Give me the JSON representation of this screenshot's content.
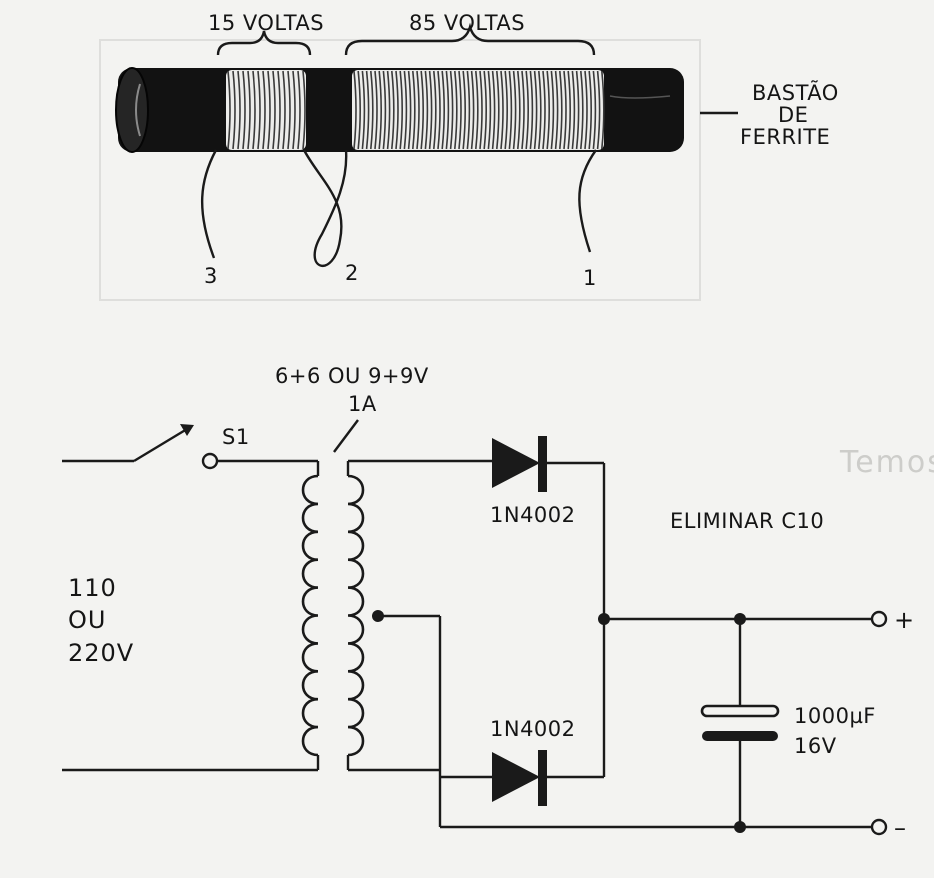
{
  "coil_figure": {
    "left_winding_label": "15 VOLTAS",
    "right_winding_label": "85 VOLTAS",
    "rod_label_line1": "BASTÃO",
    "rod_label_line2": "DE",
    "rod_label_line3": "FERRITE",
    "terminal_3": "3",
    "terminal_2": "2",
    "terminal_1": "1"
  },
  "schematic": {
    "transformer_rating": "6+6 OU 9+9V",
    "transformer_current": "1A",
    "switch_label": "S1",
    "mains_line1": "110",
    "mains_line2": "OU",
    "mains_line3": "220V",
    "diode_top": "1N4002",
    "diode_bottom": "1N4002",
    "note": "ELIMINAR C10",
    "capacitor_value": "1000µF",
    "capacitor_voltage": "16V",
    "output_positive": "+",
    "output_negative": "–"
  },
  "colors": {
    "ink": "#1a1a1a",
    "paper": "#f3f3f1",
    "ghost_text": "#c9c9c6"
  }
}
